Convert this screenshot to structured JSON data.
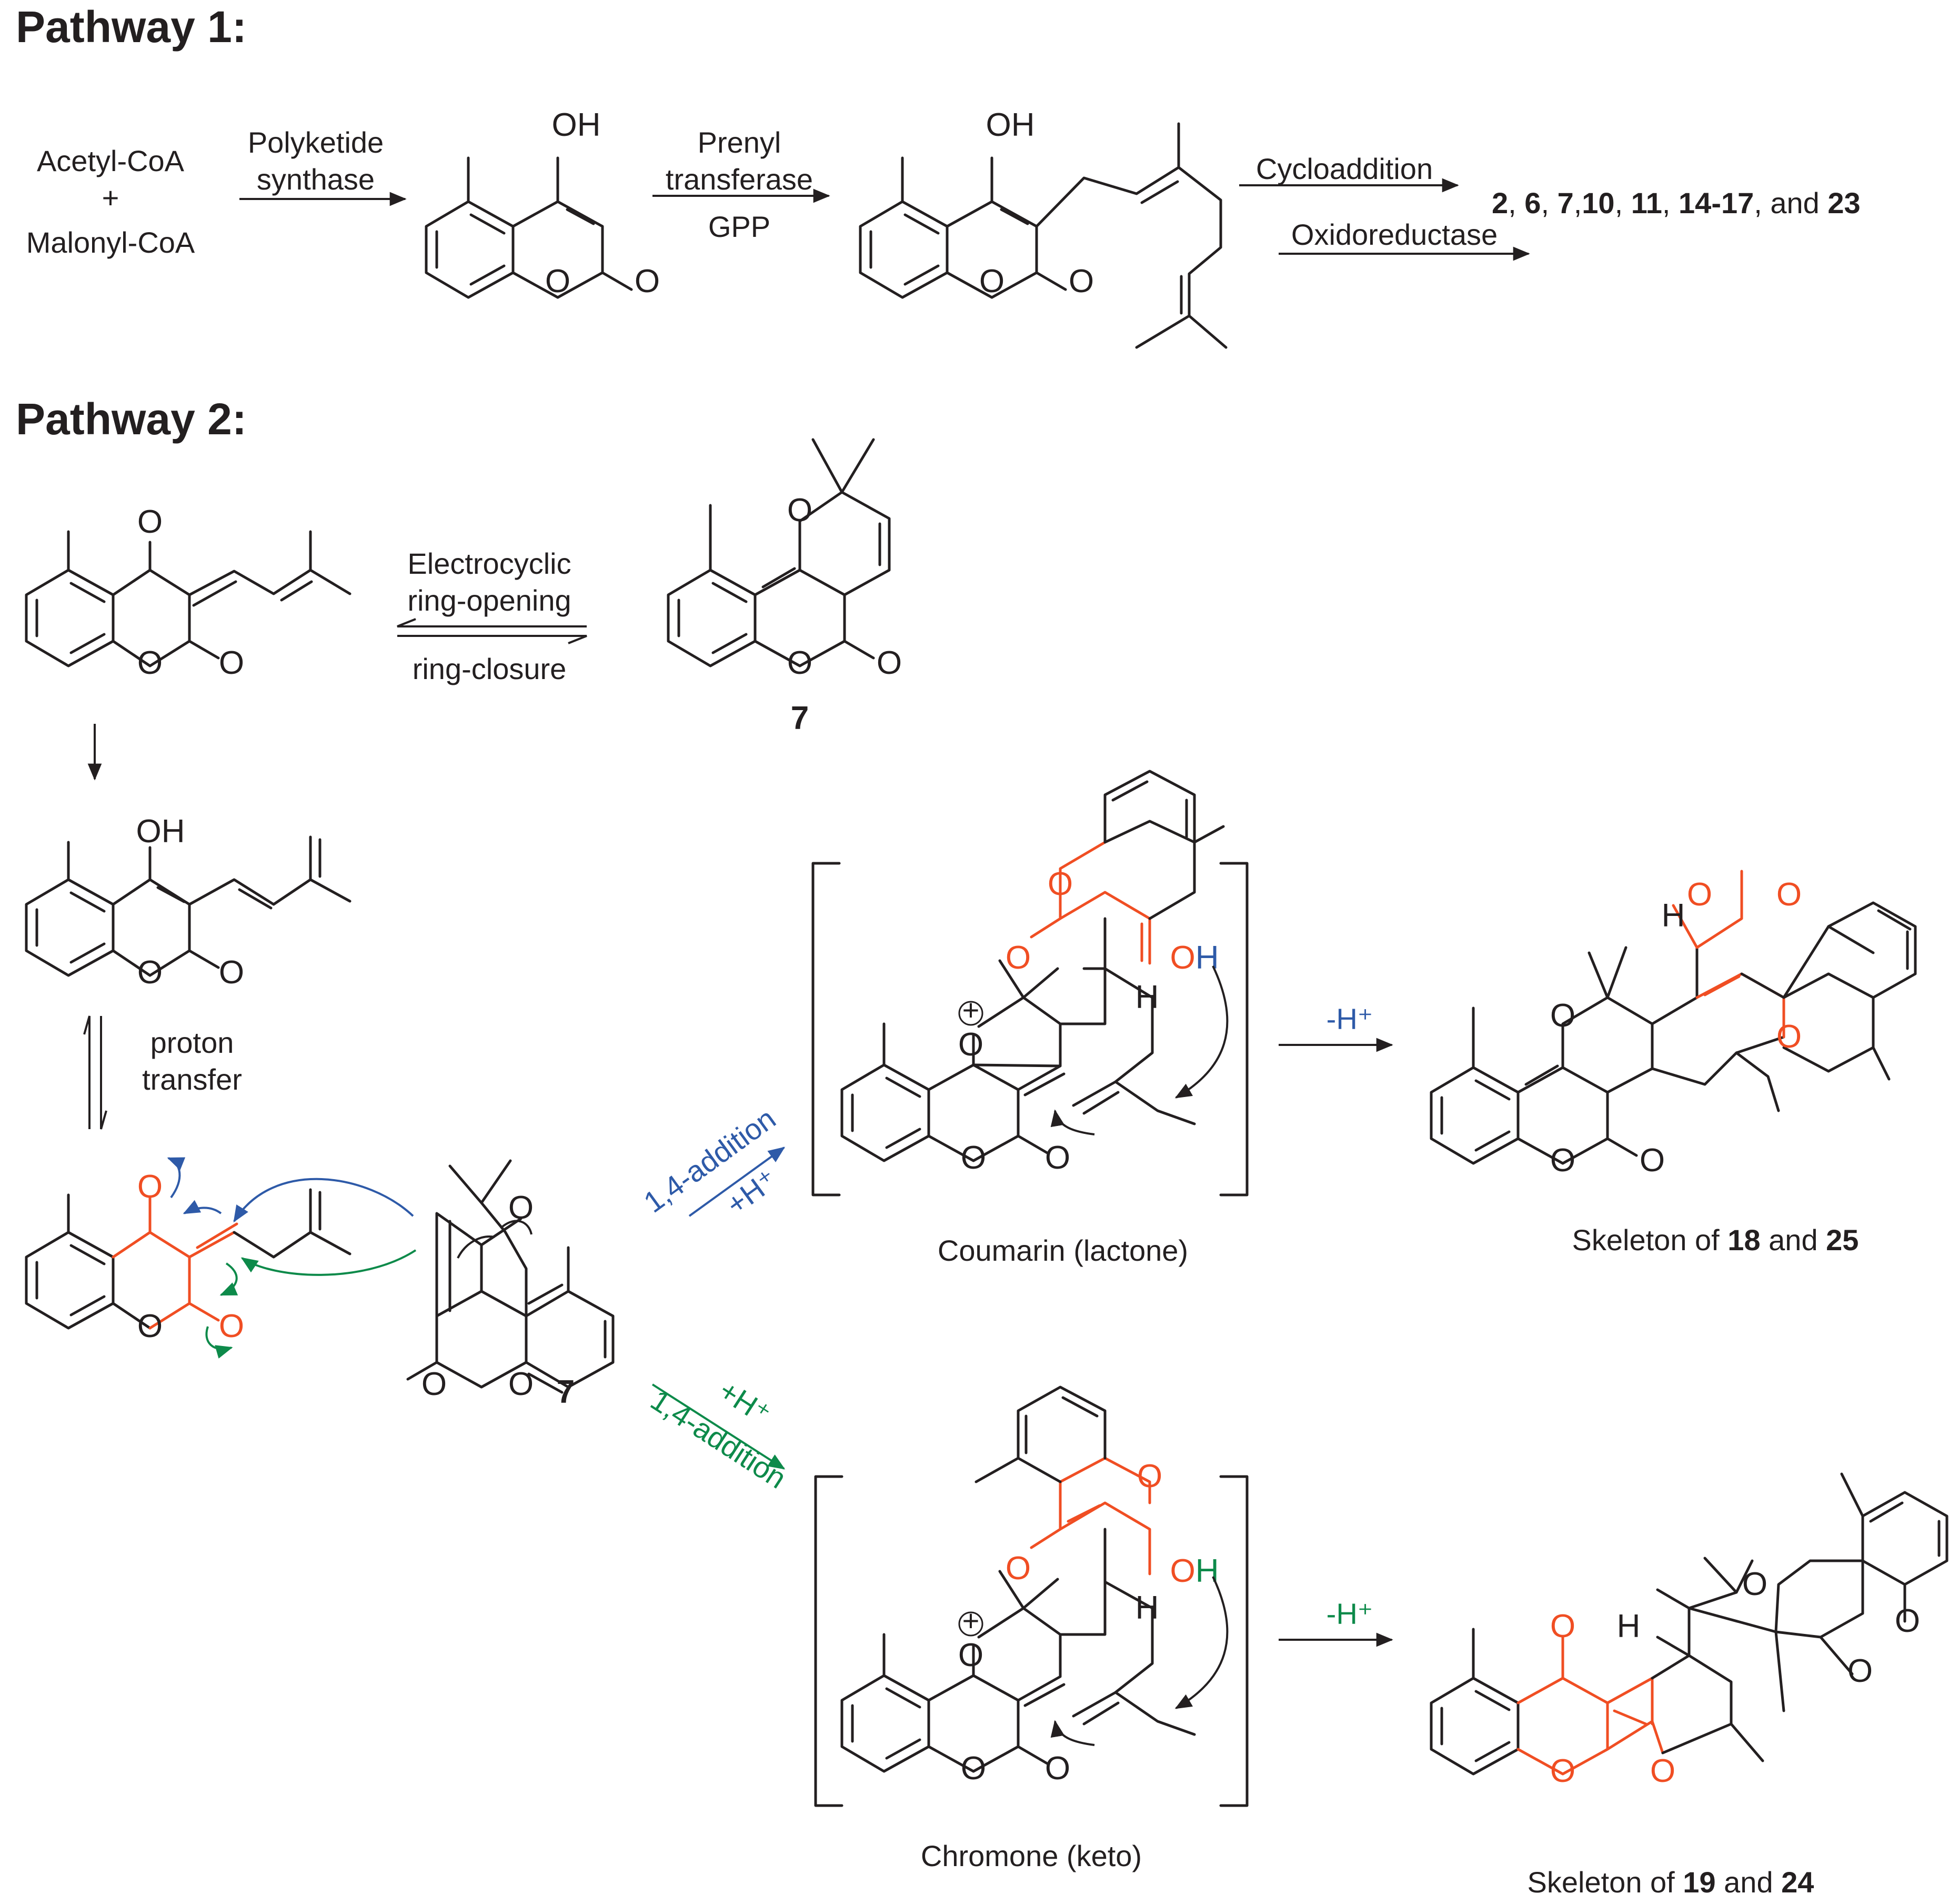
{
  "headings": {
    "pathway1": "Pathway 1:",
    "pathway2": "Pathway 2:"
  },
  "pathway1": {
    "substrates": [
      "Acetyl-CoA",
      "+",
      "Malonyl-CoA"
    ],
    "step1": [
      "Polyketide",
      "synthase"
    ],
    "step2": [
      "Prenyl",
      "transferase",
      "GPP"
    ],
    "step3": [
      "Cycloaddition",
      "Oxidoreductase"
    ],
    "products": {
      "compounds": [
        "2",
        "6",
        "7",
        "10",
        "11",
        "14-17",
        "23"
      ],
      "joiner": "and"
    }
  },
  "pathway2": {
    "equilibrium": [
      "Electrocyclic",
      "ring-opening",
      "ring-closure"
    ],
    "tautomer": [
      "proton",
      "transfer"
    ],
    "compound_label": "7",
    "route_blue": [
      "1,4-addition",
      "+H⁺"
    ],
    "route_green": [
      "+H⁺",
      "1,4-addition"
    ],
    "deprotonation": "-H⁺",
    "intermediate_top": "Coumarin (lactone)",
    "intermediate_bottom": "Chromone (keto)",
    "product_top": {
      "prefix": "Skeleton of",
      "a": "18",
      "and": "and",
      "b": "25"
    },
    "product_bottom": {
      "prefix": "Skeleton of",
      "a": "19",
      "and": "and",
      "b": "24"
    }
  },
  "atoms": {
    "O": "O",
    "OH": "OH",
    "H": "H",
    "plus": "+"
  },
  "colors": {
    "ink": "#231f20",
    "highlight": "#f04e23",
    "blue_route": "#2e5aa8",
    "green_route": "#0d8a4a"
  }
}
